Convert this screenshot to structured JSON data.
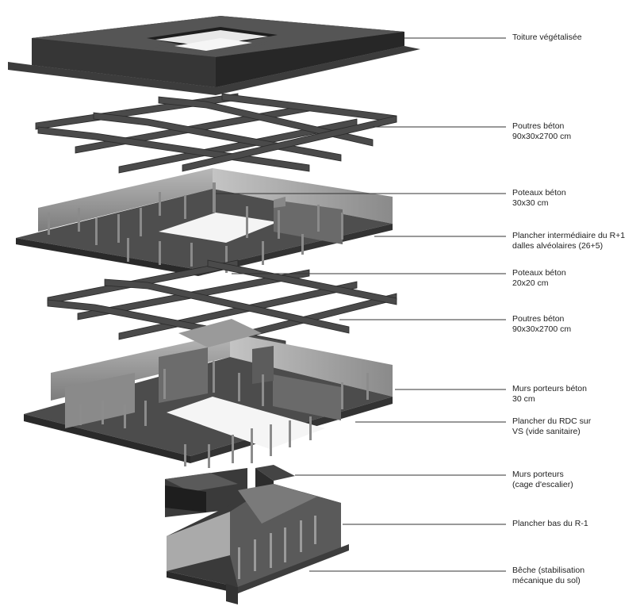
{
  "labels": [
    {
      "id": "toiture",
      "lines": [
        "Toiture végétalisée"
      ]
    },
    {
      "id": "poutres-1",
      "lines": [
        "Poutres béton",
        "90x30x2700 cm"
      ]
    },
    {
      "id": "poteaux-1",
      "lines": [
        "Poteaux béton",
        "30x30 cm"
      ]
    },
    {
      "id": "plancher-r1",
      "lines": [
        "Plancher intermédiaire du R+1",
        "dalles alvéolaires (26+5)"
      ]
    },
    {
      "id": "poteaux-2",
      "lines": [
        "Poteaux béton",
        "20x20 cm"
      ]
    },
    {
      "id": "poutres-2",
      "lines": [
        "Poutres béton",
        "90x30x2700 cm"
      ]
    },
    {
      "id": "murs-porteurs",
      "lines": [
        "Murs porteurs béton",
        "30 cm"
      ]
    },
    {
      "id": "plancher-rdc",
      "lines": [
        "Plancher du RDC sur",
        "VS (vide sanitaire)"
      ]
    },
    {
      "id": "murs-escalier",
      "lines": [
        "Murs porteurs",
        "(cage d'escalier)"
      ]
    },
    {
      "id": "plancher-r-1",
      "lines": [
        "Plancher bas du R-1"
      ]
    },
    {
      "id": "beche",
      "lines": [
        "Bêche (stabilisation",
        "mécanique du sol)"
      ]
    }
  ],
  "colors": {
    "top": "#4f4f4f",
    "side_dark": "#2b2b2b",
    "side_mid": "#3a3a3a",
    "wall_light": "#a8a8a8",
    "wall_mid": "#7a7a7a",
    "leader": "#333333",
    "text": "#222222"
  }
}
